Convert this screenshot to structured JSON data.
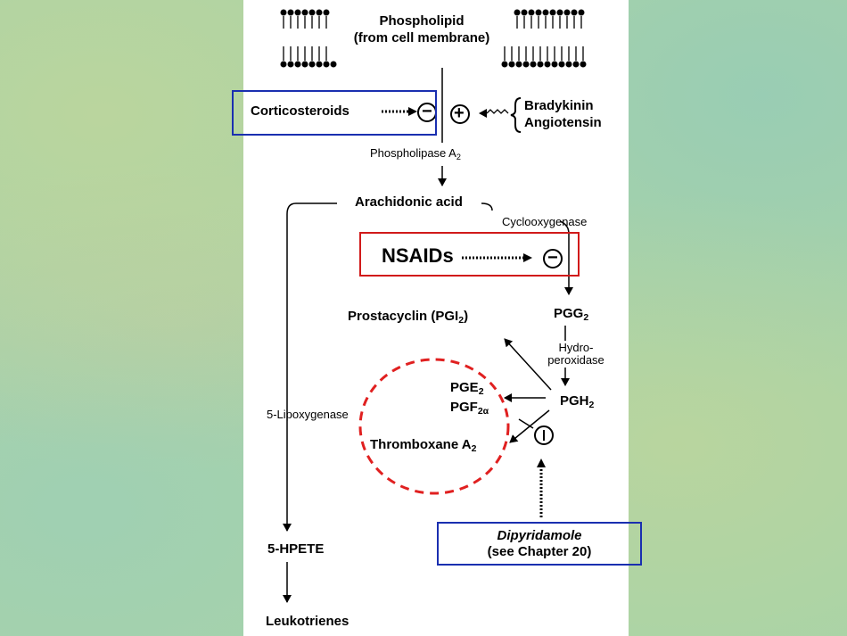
{
  "labels": {
    "phospholipid_line1": "Phospholipid",
    "phospholipid_line2": "(from cell membrane)",
    "corticosteroids": "Corticosteroids",
    "bradykinin": "Bradykinin",
    "angiotensin": "Angiotensin",
    "phospholipase": "Phospholipase A",
    "phospholipase_sub": "2",
    "arachidonic_acid": "Arachidonic acid",
    "cyclooxygenase": "Cyclooxygenase",
    "nsaids": "NSAIDs",
    "prostacyclin": "Prostacyclin (PGI",
    "prostacyclin_sub": "2",
    "prostacyclin_end": ")",
    "pgg": "PGG",
    "pgg_sub": "2",
    "hydroperoxidase_line1": "Hydro-",
    "hydroperoxidase_line2": "peroxidase",
    "pge": "PGE",
    "pge_sub": "2",
    "pgf": "PGF",
    "pgf_sub": "2α",
    "pgh": "PGH",
    "pgh_sub": "2",
    "lipoxygenase": "5-Lipoxygenase",
    "thromboxane": "Thromboxane A",
    "thromboxane_sub": "2",
    "dipyridamole": "Dipyridamole",
    "see_chapter": "(see Chapter 20)",
    "hpete": "5-HPETE",
    "leukotrienes": "Leukotrienes"
  },
  "symbols": {
    "inhibit": "−",
    "stimulate": "+"
  },
  "colors": {
    "background": "#a9d3a7",
    "corticosteroid_box": "#1a2fb0",
    "nsaid_box": "#d11a1a",
    "dipyridamole_box": "#1a2fb0",
    "dashed_circle": "#e02020"
  }
}
